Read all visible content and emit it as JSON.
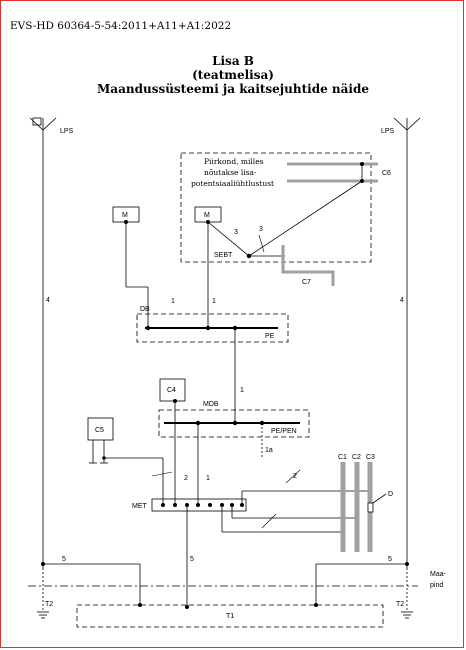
{
  "header": {
    "doc_id": "EVS-HD 60364-5-54:2011+A11+A1:2022"
  },
  "title": {
    "line1": "Lisa B",
    "line2": "(teatmelisa)",
    "line3": "Maandussüsteemi ja kaitsejuhtide näide"
  },
  "labels": {
    "lps_left": "LPS",
    "lps_right": "LPS",
    "area_line1": "Piirkond, milles",
    "area_line2": "nõutakse lisa-",
    "area_line3": "potentsiaaliühtlustust",
    "m_left": "M",
    "m_right": "M",
    "c6": "C6",
    "c7": "C7",
    "sebt": "SEBT",
    "num3a": "3",
    "num3b": "3",
    "db": "DB",
    "pe": "PE",
    "n1_db_left": "1",
    "n1_db_right": "1",
    "n1_mid": "1",
    "c4": "C4",
    "mdb": "MDB",
    "pepen": "PE/PEN",
    "n1a": "1a",
    "c5": "C5",
    "n2_left": "2",
    "n2_right": "2",
    "n1_met": "1",
    "met": "MET",
    "c1": "C1",
    "c2": "C2",
    "c3": "C3",
    "d": "D",
    "n4_left": "4",
    "n4_right": "4",
    "n5_left": "5",
    "n5_mid": "5",
    "n5_right": "5",
    "maa1": "Maa-",
    "maa2": "pind",
    "t1": "T1",
    "t2_left": "T2",
    "t2_right": "T2"
  }
}
